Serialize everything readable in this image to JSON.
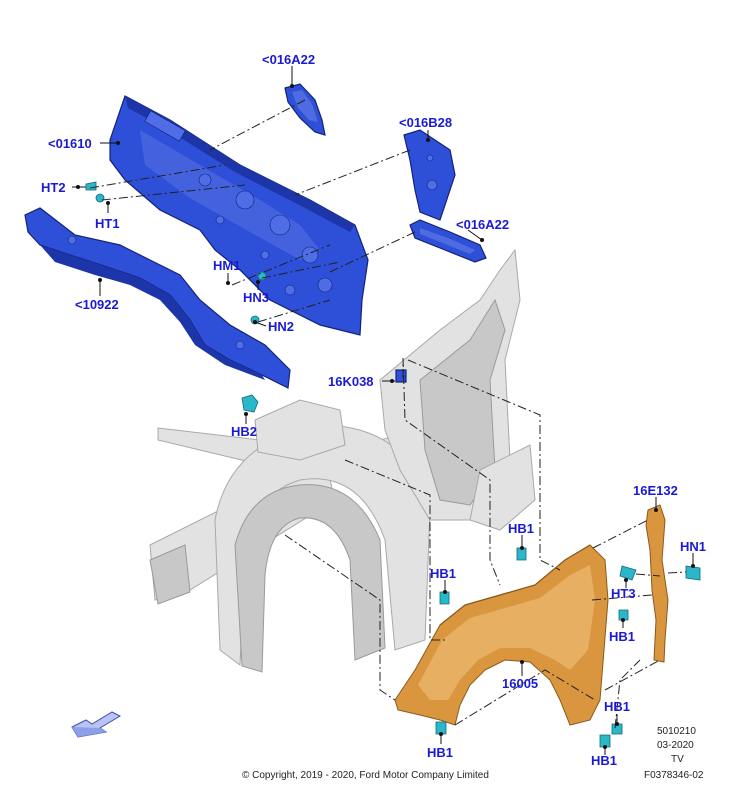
{
  "callouts": {
    "016a22_top": "<016A22",
    "01610": "<01610",
    "016b28": "<016B28",
    "016a22_mid": "<016A22",
    "ht2": "HT2",
    "ht1": "HT1",
    "hm1": "HM1",
    "hn3": "HN3",
    "10922": "<10922",
    "hn2": "HN2",
    "16k038": "16K038",
    "hb2": "HB2",
    "16e132": "16E132",
    "hn1": "HN1",
    "hb1_center": "HB1",
    "hb1_left": "HB1",
    "ht3": "HT3",
    "hb1_right": "HB1",
    "16005": "16005",
    "hb1_lower_right": "HB1",
    "hb1_bottom_left": "HB1",
    "hb1_bottom_right": "HB1"
  },
  "meta": {
    "illustration_number": "5010210",
    "date": "03-2020",
    "code": "TV",
    "figure_id": "F0378346-02",
    "copyright": "© Copyright, 2019 - 2020, Ford Motor Company Limited"
  },
  "colors": {
    "callout_text": "#1a1ad6",
    "blue_parts": "#2e4fd8",
    "fender": "#d9963f",
    "body_structure": "#e2e2e2",
    "clips": "#2ab7c9"
  },
  "icons": {
    "direction_arrow": "front-direction-arrow-icon"
  }
}
